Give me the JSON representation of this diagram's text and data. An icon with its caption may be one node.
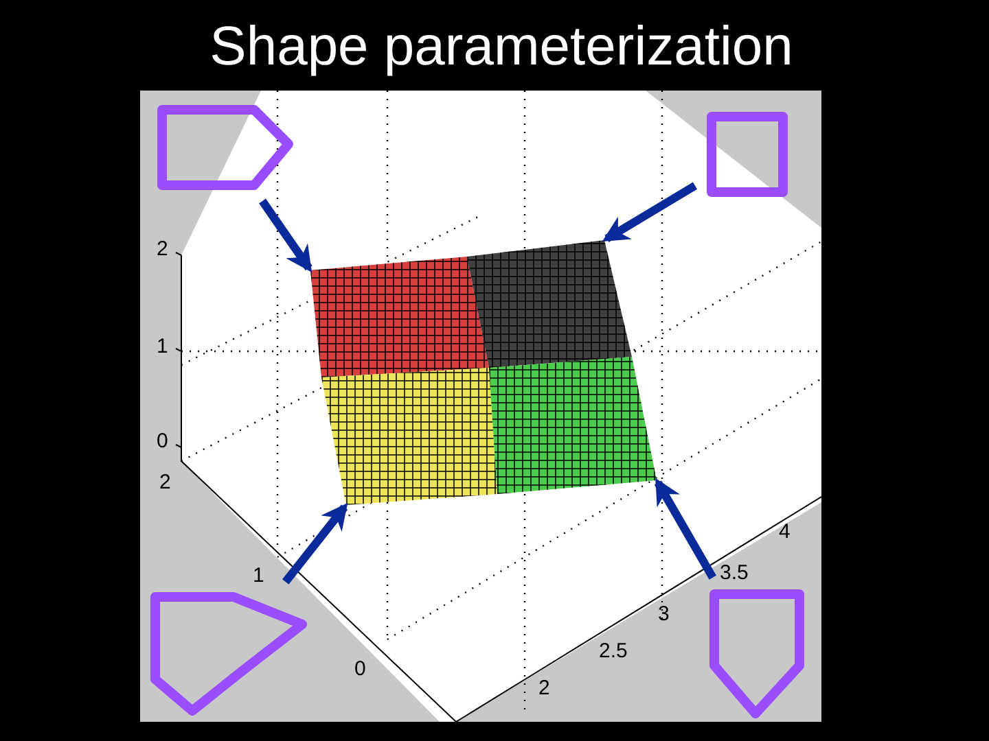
{
  "diagram": {
    "title": "Shape parameterization",
    "nodes": [
      {
        "text": [],
        "shape": "pentagon"
      },
      {
        "text": [],
        "shape": "square"
      },
      {
        "text": [],
        "shape": "box"
      },
      {
        "text": [],
        "shape": "box"
      },
      {
        "text": [],
        "shape": "box"
      },
      {
        "text": [],
        "shape": "box"
      },
      {
        "text": [],
        "shape": "pentagon"
      },
      {
        "text": [],
        "shape": "pentagon"
      }
    ],
    "edges": [
      {
        "from": 0,
        "to": 2,
        "arrow": "to"
      },
      {
        "from": 1,
        "to": 3,
        "arrow": "to"
      },
      {
        "from": 6,
        "to": 4,
        "arrow": "to"
      },
      {
        "from": 7,
        "to": 5,
        "arrow": "to"
      }
    ],
    "labels": [
      "2",
      "1",
      "0",
      "2",
      "1",
      "0",
      "4",
      "3.5",
      "3",
      "2.5",
      "2"
    ]
  }
}
